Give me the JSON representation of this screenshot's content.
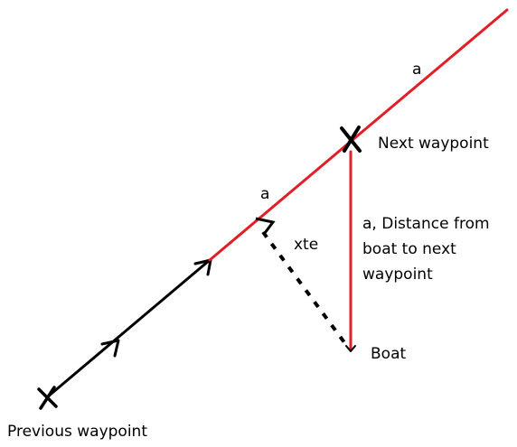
{
  "colors": {
    "background": "#ffffff",
    "track": "#000000",
    "red_line": "#e01f26",
    "text": "#000000"
  },
  "labels": {
    "a_top": "a",
    "next_waypoint": "Next waypoint",
    "a_mid": "a",
    "xte": "xte",
    "distance_line1": "a, Distance from",
    "distance_line2": "boat to next",
    "distance_line3": "waypoint",
    "boat": "Boat",
    "previous_waypoint": "Previous waypoint"
  },
  "icons": {
    "previous_waypoint_marker": "cross-icon",
    "next_waypoint_marker": "cross-icon",
    "direction_arrows": "arrowhead-icon",
    "right_angle": "right-angle-icon"
  }
}
